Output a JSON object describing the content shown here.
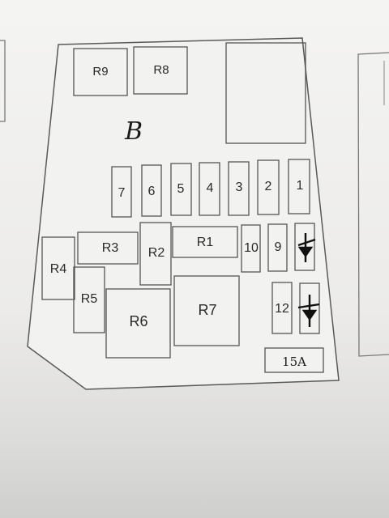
{
  "diagram": {
    "section_label": "B",
    "relays": [
      "R9",
      "R8",
      "R3",
      "R4",
      "R2",
      "R1",
      "R5",
      "R6",
      "R7"
    ],
    "fuses": [
      "7",
      "6",
      "5",
      "4",
      "3",
      "2",
      "1",
      "10",
      "9",
      "12"
    ],
    "rating_label": "15A"
  }
}
